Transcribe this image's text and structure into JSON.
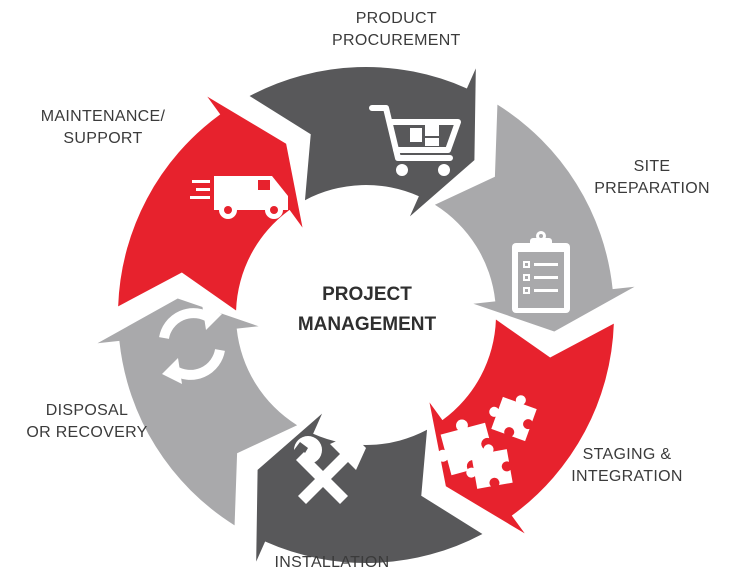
{
  "center_title": [
    "PROJECT",
    "MANAGEMENT"
  ],
  "colors": {
    "red": "#e7222d",
    "dark": "#58585a",
    "light": "#a9a9ab",
    "icon": "#ffffff",
    "text": "#3b3b3b"
  },
  "stages": [
    {
      "id": "product-procurement",
      "lines": [
        "PRODUCT",
        "PROCUREMENT"
      ],
      "color": "dark",
      "icon": "shopping-cart-icon"
    },
    {
      "id": "site-preparation",
      "lines": [
        "SITE",
        "PREPARATION"
      ],
      "color": "light",
      "icon": "clipboard-checklist-icon"
    },
    {
      "id": "staging-integration",
      "lines": [
        "STAGING &",
        "INTEGRATION"
      ],
      "color": "red",
      "icon": "puzzle-pieces-icon"
    },
    {
      "id": "installation",
      "lines": [
        "INSTALLATION"
      ],
      "color": "dark",
      "icon": "wrench-hammer-icon"
    },
    {
      "id": "disposal-recovery",
      "lines": [
        "DISPOSAL",
        "OR RECOVERY"
      ],
      "color": "light",
      "icon": "recycle-arrows-icon"
    },
    {
      "id": "maintenance-support",
      "lines": [
        "MAINTENANCE/",
        "SUPPORT"
      ],
      "color": "red",
      "icon": "delivery-van-icon"
    }
  ]
}
